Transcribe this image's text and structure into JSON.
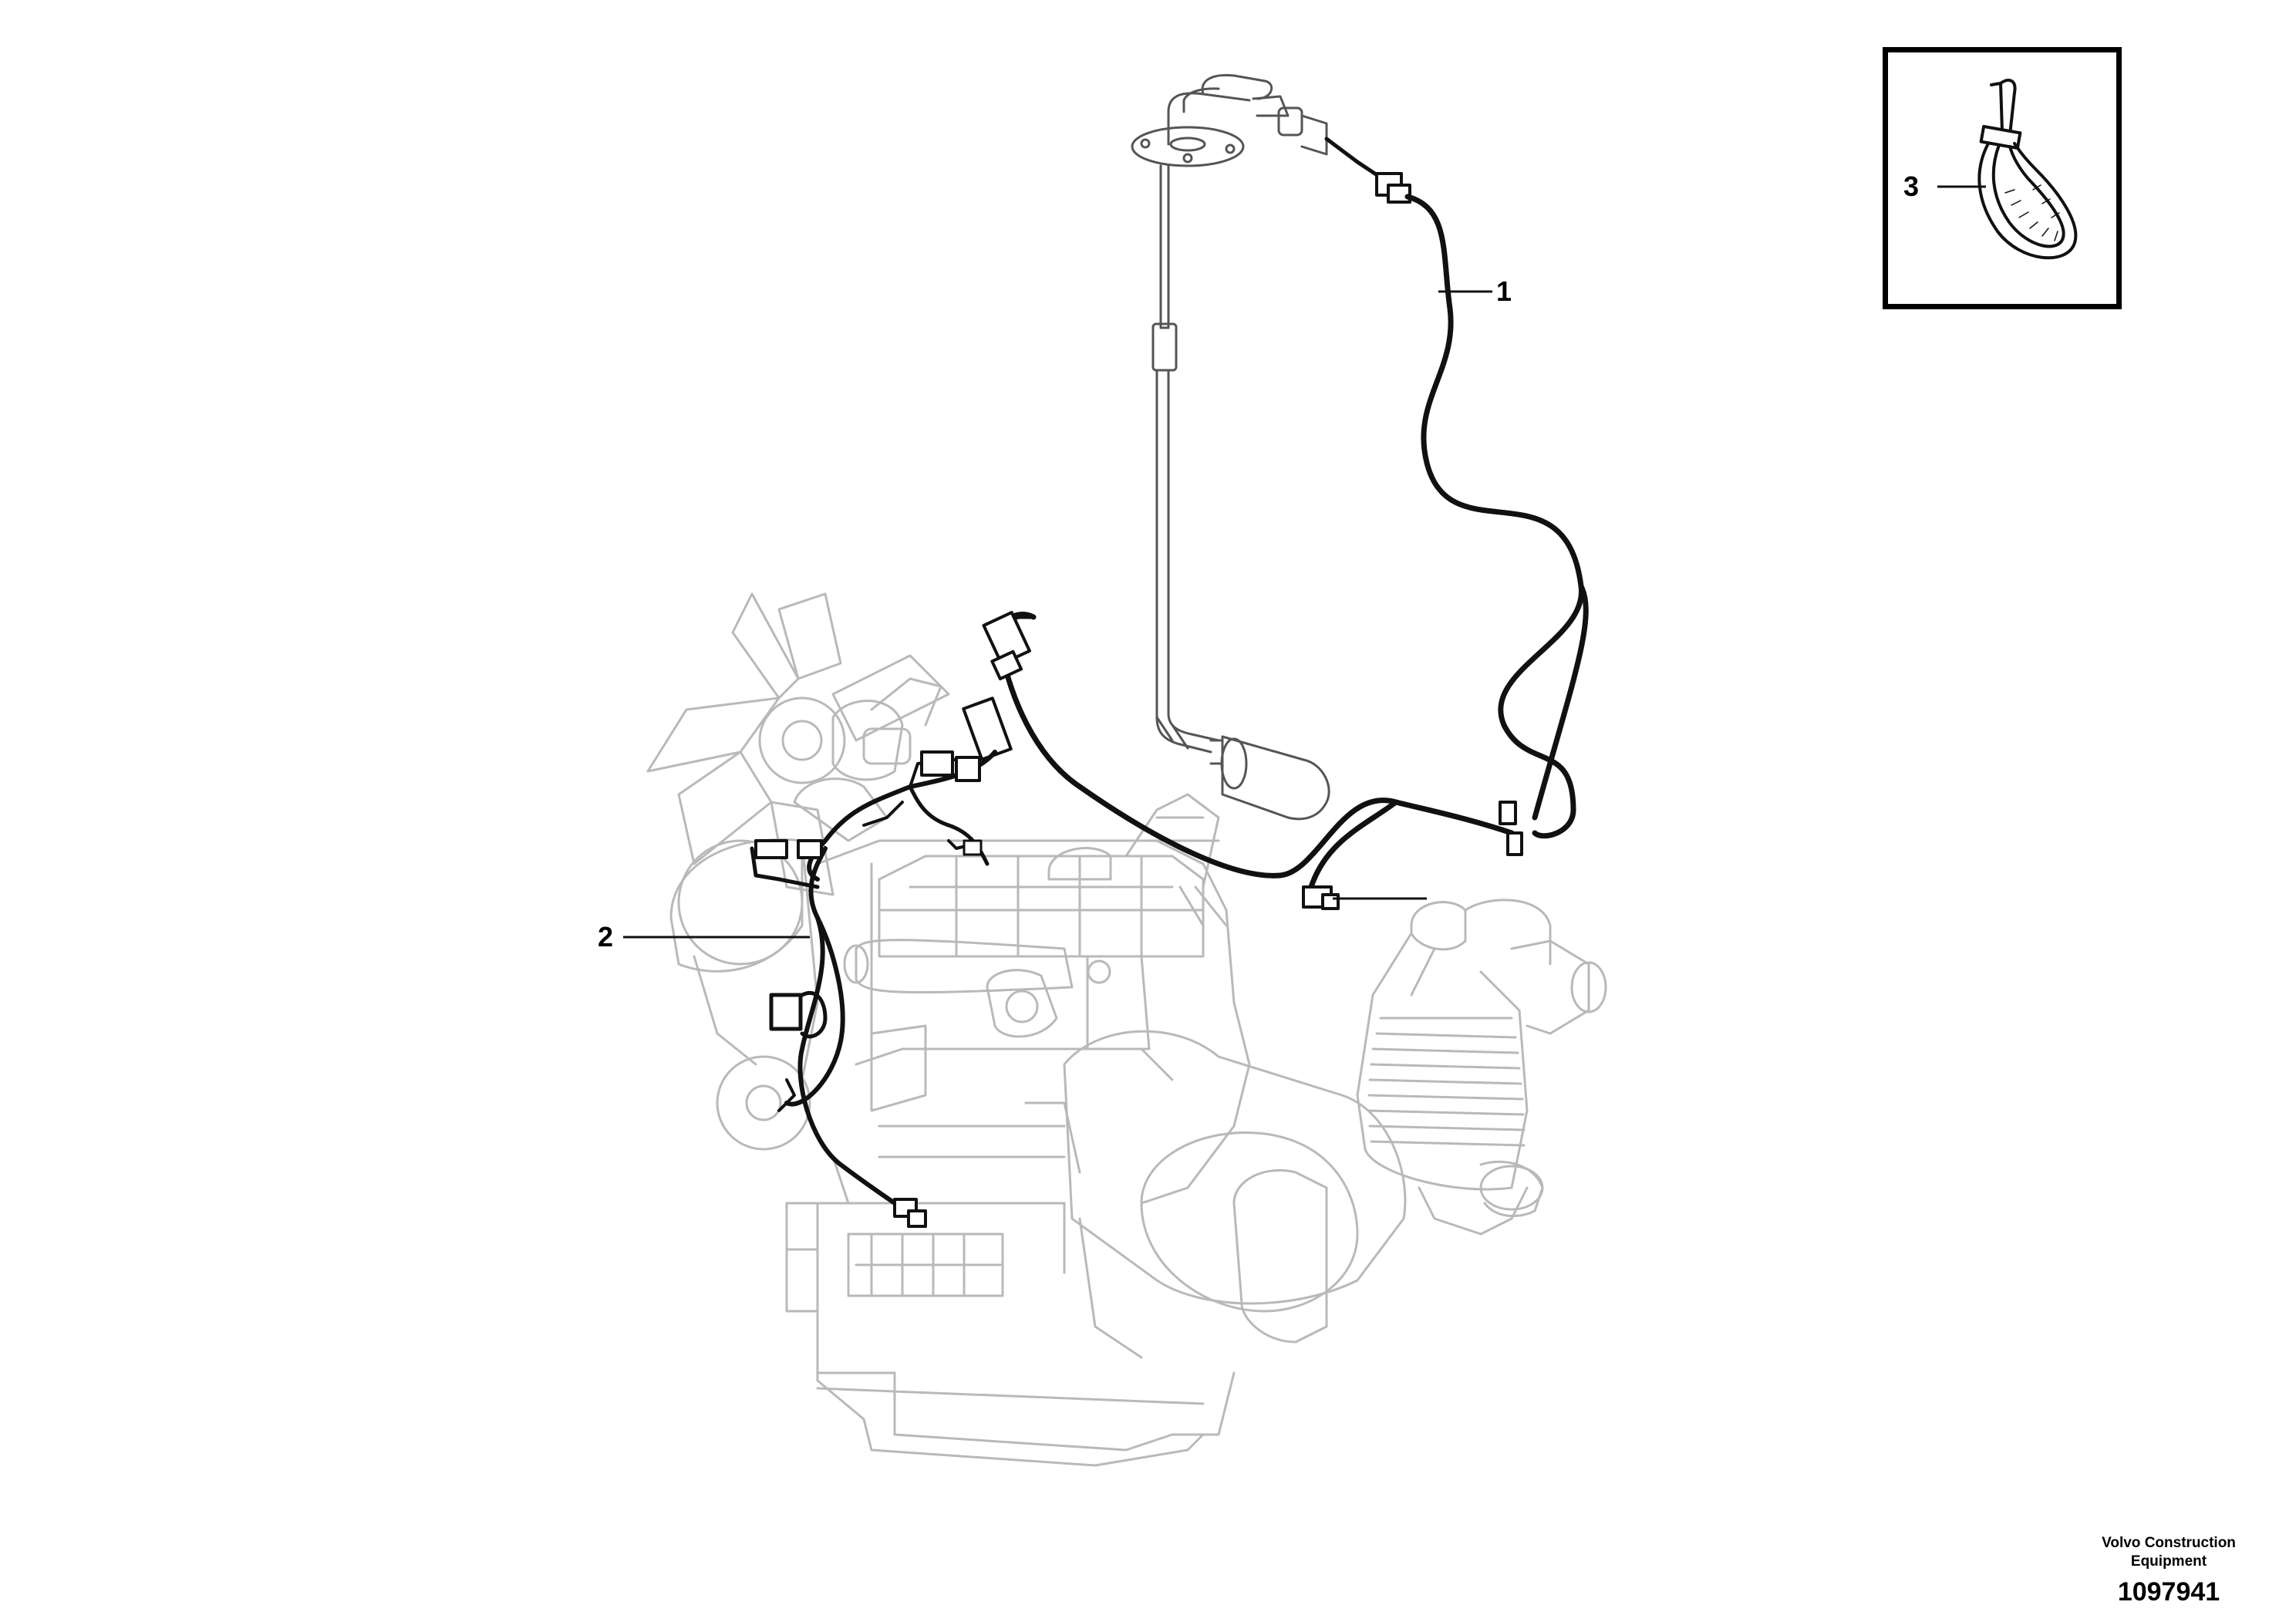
{
  "callouts": [
    {
      "id": "harness-upper",
      "label": "1"
    },
    {
      "id": "harness-engine",
      "label": "2"
    },
    {
      "id": "cable-tie",
      "label": "3"
    }
  ],
  "footer": {
    "company_line1": "Volvo Construction",
    "company_line2": "Equipment",
    "drawing_number": "1097941"
  },
  "icons": {
    "engine": "engine-illustration-icon",
    "fuel_sender": "fuel-level-sender-icon",
    "air_filter": "air-filter-icon",
    "cable_tie": "cable-tie-icon"
  }
}
